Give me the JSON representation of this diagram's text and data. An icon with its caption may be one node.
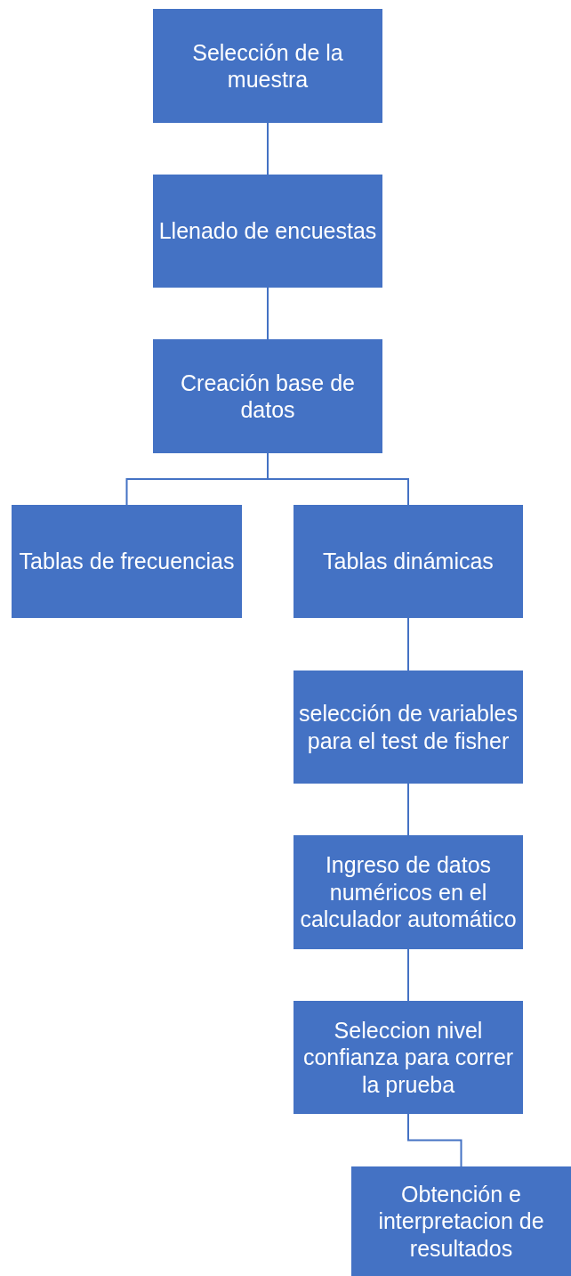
{
  "diagram": {
    "nodes": [
      {
        "text": [
          "Selección de la muestra"
        ]
      },
      {
        "text": [
          "Llenado de encuestas"
        ]
      },
      {
        "text": [
          "Creación base de datos"
        ]
      },
      {
        "text": [
          "Tablas de frecuencias"
        ]
      },
      {
        "text": [
          "Tablas dinámicas"
        ]
      },
      {
        "text": [
          "selección de variables para el test de fisher"
        ]
      },
      {
        "text": [
          "Ingreso de datos numéricos en el calculador automático"
        ]
      },
      {
        "text": [
          "Seleccion nivel confianza para correr la prueba"
        ]
      },
      {
        "text": [
          "Obtención e interpretacion de resultados"
        ]
      }
    ],
    "edges": [
      {
        "from": 0,
        "to": 1,
        "arrow": "none"
      },
      {
        "from": 1,
        "to": 2,
        "arrow": "none"
      },
      {
        "from": 2,
        "to": 3,
        "arrow": "none"
      },
      {
        "from": 2,
        "to": 4,
        "arrow": "none"
      },
      {
        "from": 4,
        "to": 5,
        "arrow": "none"
      },
      {
        "from": 5,
        "to": 6,
        "arrow": "none"
      },
      {
        "from": 6,
        "to": 7,
        "arrow": "none"
      },
      {
        "from": 7,
        "to": 8,
        "arrow": "none"
      }
    ]
  }
}
